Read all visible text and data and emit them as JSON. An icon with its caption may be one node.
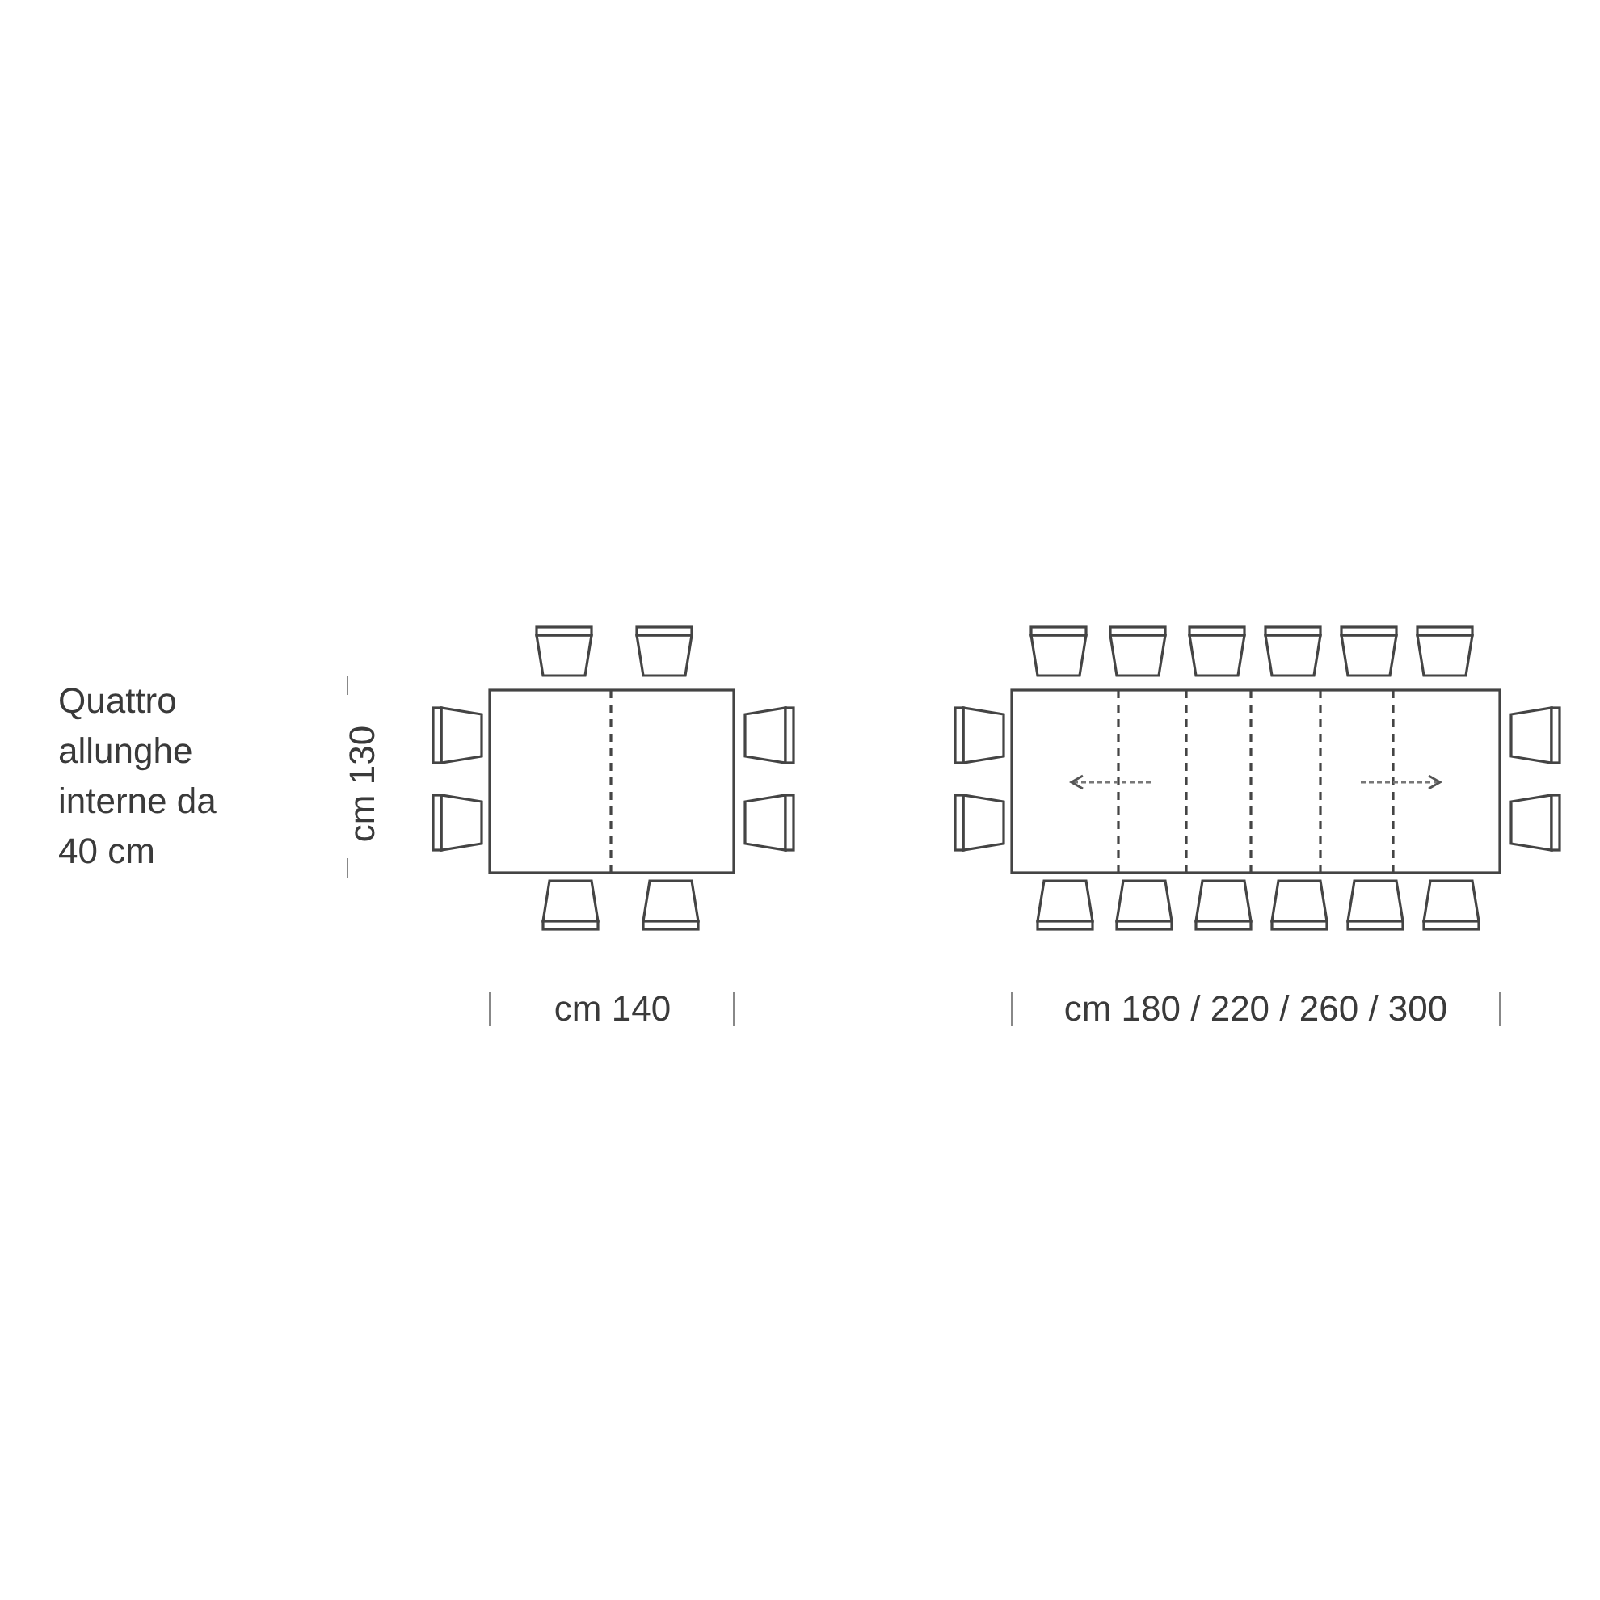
{
  "diagram": {
    "labels": [
      "Quattro allunghe interne da 40 cm",
      "cm 130",
      "cm 140",
      "cm 180 / 220 / 260 / 300"
    ]
  }
}
